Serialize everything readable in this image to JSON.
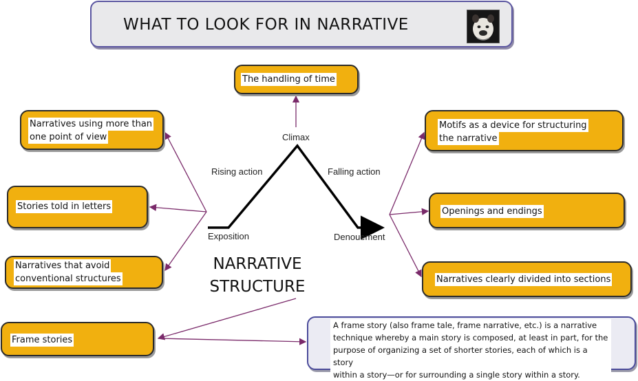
{
  "header": {
    "title": "WHAT TO LOOK FOR IN NARRATIVE"
  },
  "center_title": {
    "line1": "NARRATIVE",
    "line2": "STRUCTURE"
  },
  "plot": {
    "climax": "Climax",
    "rising": "Rising action",
    "falling": "Falling action",
    "exposition": "Exposition",
    "denouement": "Denouement"
  },
  "boxes": {
    "time": "The handling of time",
    "pov_1": "Narratives using more than",
    "pov_2": "one point of view",
    "letters": "Stories told in letters",
    "avoid_1": "Narratives that avoid",
    "avoid_2": "conventional structures",
    "frame": "Frame stories",
    "motifs_1": "Motifs as a device for structuring",
    "motifs_2": "the narrative",
    "openings": "Openings and endings",
    "sections": "Narratives clearly divided into sections"
  },
  "frame_definition": {
    "line1": "A frame story (also frame tale, frame narrative, etc.) is a narrative",
    "line2": "technique whereby a main story is composed, at least in part, for the",
    "line3": "purpose of organizing a set of shorter stories, each of which is a story",
    "line4": "within a story—or for surrounding a single story within a story."
  },
  "colors": {
    "box_fill": "#f1b00f",
    "arrow": "#7a2a6a",
    "banner_border": "#5a55a0"
  },
  "icons": [
    "bulldog-photo"
  ]
}
